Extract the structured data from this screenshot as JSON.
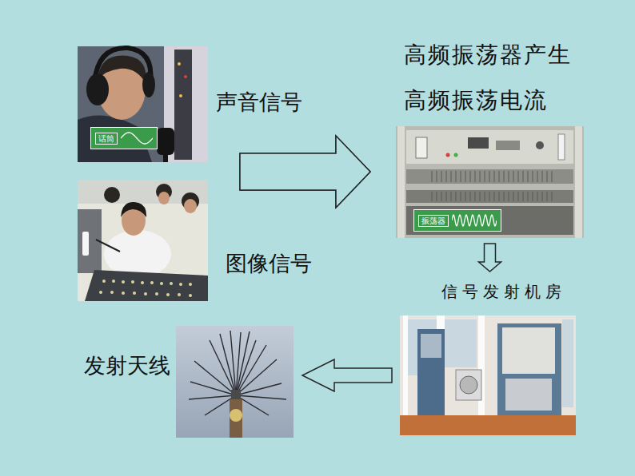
{
  "diagram": {
    "nodes": [
      {
        "text": [
          "声音信号"
        ]
      },
      {
        "text": [
          "话筒"
        ],
        "in": 0
      },
      {
        "text": [
          "图像信号"
        ]
      },
      {
        "text": [
          "高频振荡器产生 高频振荡电流"
        ]
      },
      {
        "text": [
          "振荡器"
        ],
        "in": 3
      },
      {
        "text": [
          "信号发射机房"
        ]
      },
      {
        "text": [
          "发射天线"
        ]
      }
    ],
    "edges": [
      {
        "from": 0,
        "to": 3,
        "arrow": "to"
      },
      {
        "from": 2,
        "to": 3,
        "arrow": "to"
      },
      {
        "from": 3,
        "to": 5,
        "arrow": "to"
      },
      {
        "from": 5,
        "to": 6,
        "arrow": "to"
      }
    ]
  }
}
